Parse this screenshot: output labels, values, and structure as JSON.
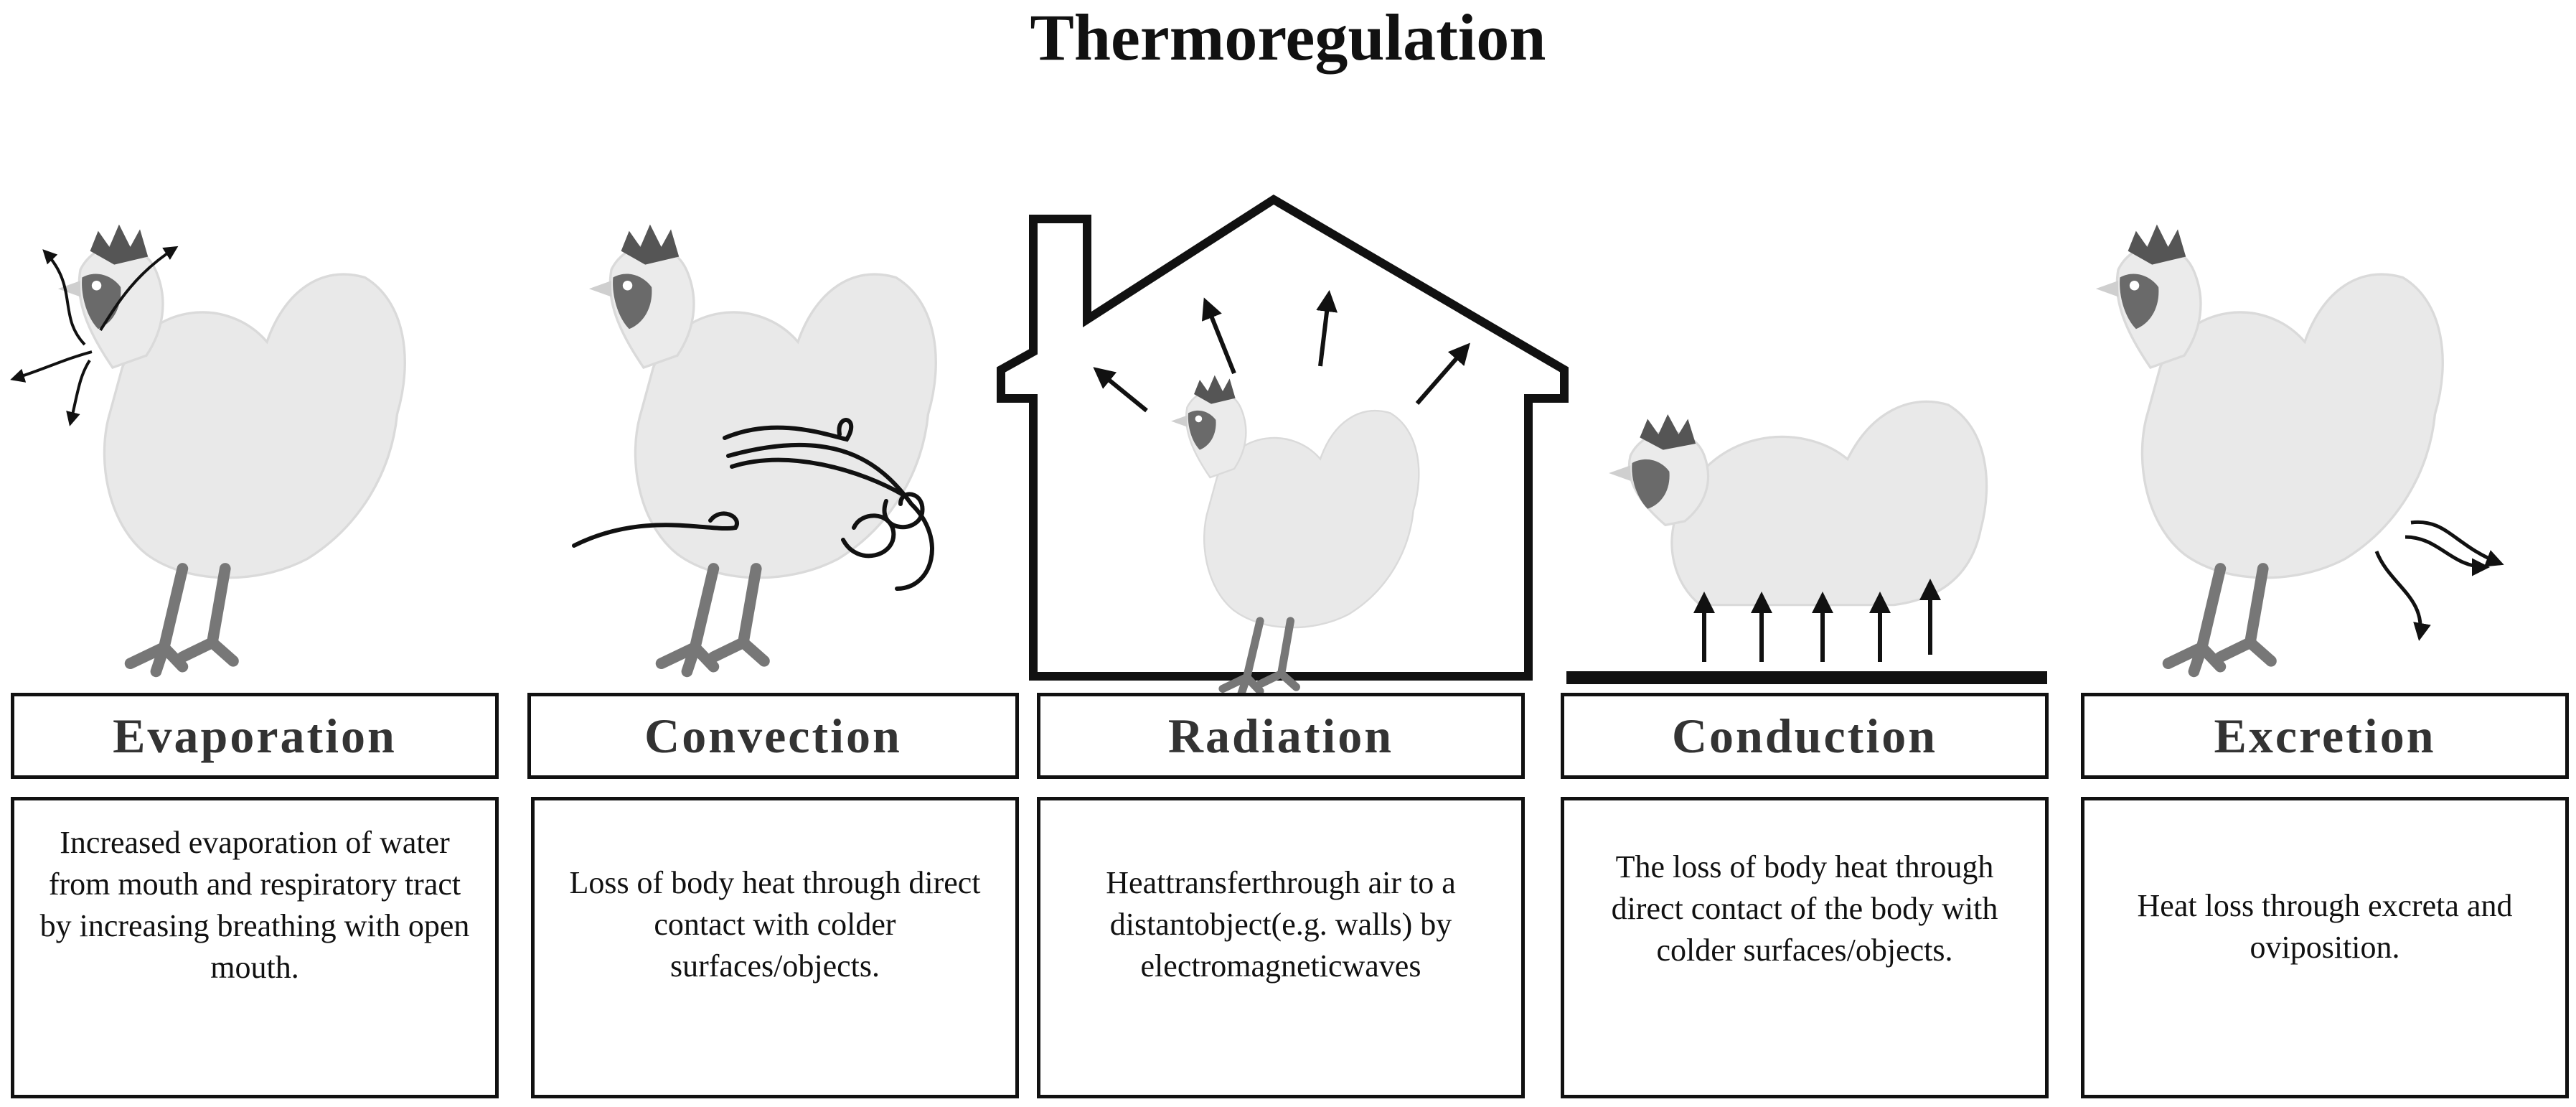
{
  "title": "Thermoregulation",
  "mechanisms": [
    {
      "label": "Evaporation",
      "icon": "rooster-open-beak-icon",
      "description": "Increased evaporation of water from mouth and respiratory tract by increasing breathing with open mouth."
    },
    {
      "label": "Convection",
      "icon": "rooster-wind-swirls-icon",
      "description": "Loss of body heat through direct contact with colder surfaces/objects."
    },
    {
      "label": "Radiation",
      "icon": "rooster-in-house-icon",
      "description": "Heattransferthrough air to a distantobject(e.g. walls) by electromagneticwaves"
    },
    {
      "label": "Conduction",
      "icon": "sitting-hen-on-ground-icon",
      "description": "The loss of body heat through direct contact of the body with colder surfaces/objects."
    },
    {
      "label": "Excretion",
      "icon": "rooster-excreta-icon",
      "description": "Heat loss through excreta and oviposition."
    }
  ],
  "colors": {
    "ink": "#111111",
    "hen_body": "#e9e9e9",
    "comb": "#555555",
    "face": "#6a6a6a"
  }
}
